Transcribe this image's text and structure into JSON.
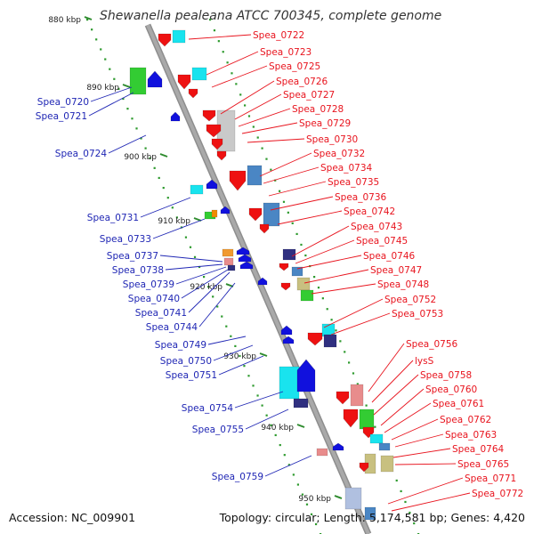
{
  "title": "Shewanella pealeana ATCC 700345, complete genome",
  "footer": {
    "accession": "Accession: NC_009901",
    "summary": "Topology: circular; Length: 5,174,581 bp; Genes: 4,420"
  },
  "colors": {
    "backbone": "#a9a9a9",
    "forward_label": "#e8141e",
    "reverse_label": "#1f26b4",
    "dots": "#2e9a2e"
  },
  "ticks": [
    "880 kbp",
    "890 kbp",
    "900 kbp",
    "910 kbp",
    "920 kbp",
    "930 kbp",
    "940 kbp",
    "950 kbp"
  ],
  "reverse_labels": [
    "Spea_0720",
    "Spea_0721",
    "Spea_0724",
    "Spea_0731",
    "Spea_0733",
    "Spea_0737",
    "Spea_0738",
    "Spea_0739",
    "Spea_0740",
    "Spea_0741",
    "Spea_0744",
    "Spea_0749",
    "Spea_0750",
    "Spea_0751",
    "Spea_0754",
    "Spea_0755",
    "Spea_0759"
  ],
  "forward_labels": [
    "Spea_0722",
    "Spea_0723",
    "Spea_0725",
    "Spea_0726",
    "Spea_0727",
    "Spea_0728",
    "Spea_0729",
    "Spea_0730",
    "Spea_0732",
    "Spea_0734",
    "Spea_0735",
    "Spea_0736",
    "Spea_0742",
    "Spea_0743",
    "Spea_0745",
    "Spea_0746",
    "Spea_0747",
    "Spea_0748",
    "Spea_0752",
    "Spea_0753",
    "Spea_0756",
    "lysS",
    "Spea_0758",
    "Spea_0760",
    "Spea_0761",
    "Spea_0762",
    "Spea_0763",
    "Spea_0764",
    "Spea_0765",
    "Spea_0771",
    "Spea_0772"
  ]
}
